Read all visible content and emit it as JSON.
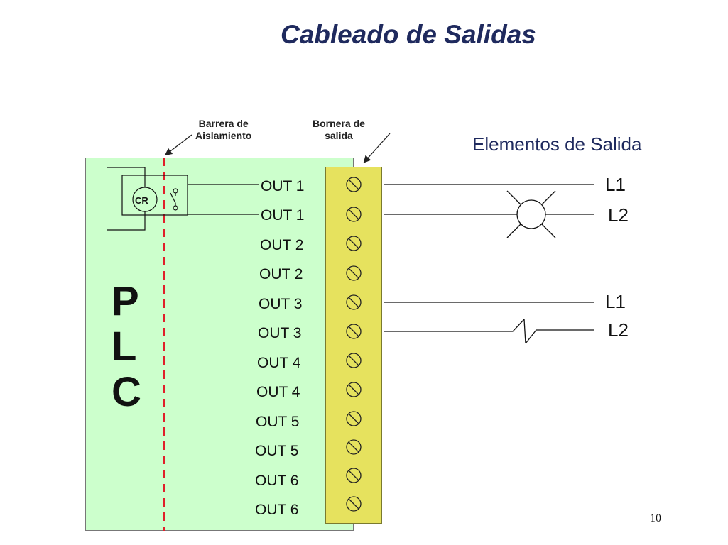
{
  "title": "Cableado de Salidas",
  "callouts": {
    "isolation_barrier": "Barrera de\nAislamiento",
    "output_terminal": "Bornera de\nsalida"
  },
  "output_elements_title": "Elementos de Salida",
  "plc": {
    "letters": [
      "P",
      "L",
      "C"
    ]
  },
  "relay_label": "CR",
  "terminals": [
    "OUT 1",
    "OUT 1",
    "OUT 2",
    "OUT 2",
    "OUT 3",
    "OUT 3",
    "OUT 4",
    "OUT 4",
    "OUT 5",
    "OUT 5",
    "OUT 6",
    "OUT 6"
  ],
  "circuits": [
    {
      "load": "lamp-icon",
      "line_labels": [
        "L1",
        "L2"
      ]
    },
    {
      "load": "switch-contact-icon",
      "line_labels": [
        "L1",
        "L2"
      ]
    }
  ],
  "page_number": "10",
  "colors": {
    "title": "#1f2a5e",
    "plc_background": "#ccffcc",
    "terminal_strip": "#e6e25e",
    "isolation_barrier": "#e0202a"
  }
}
